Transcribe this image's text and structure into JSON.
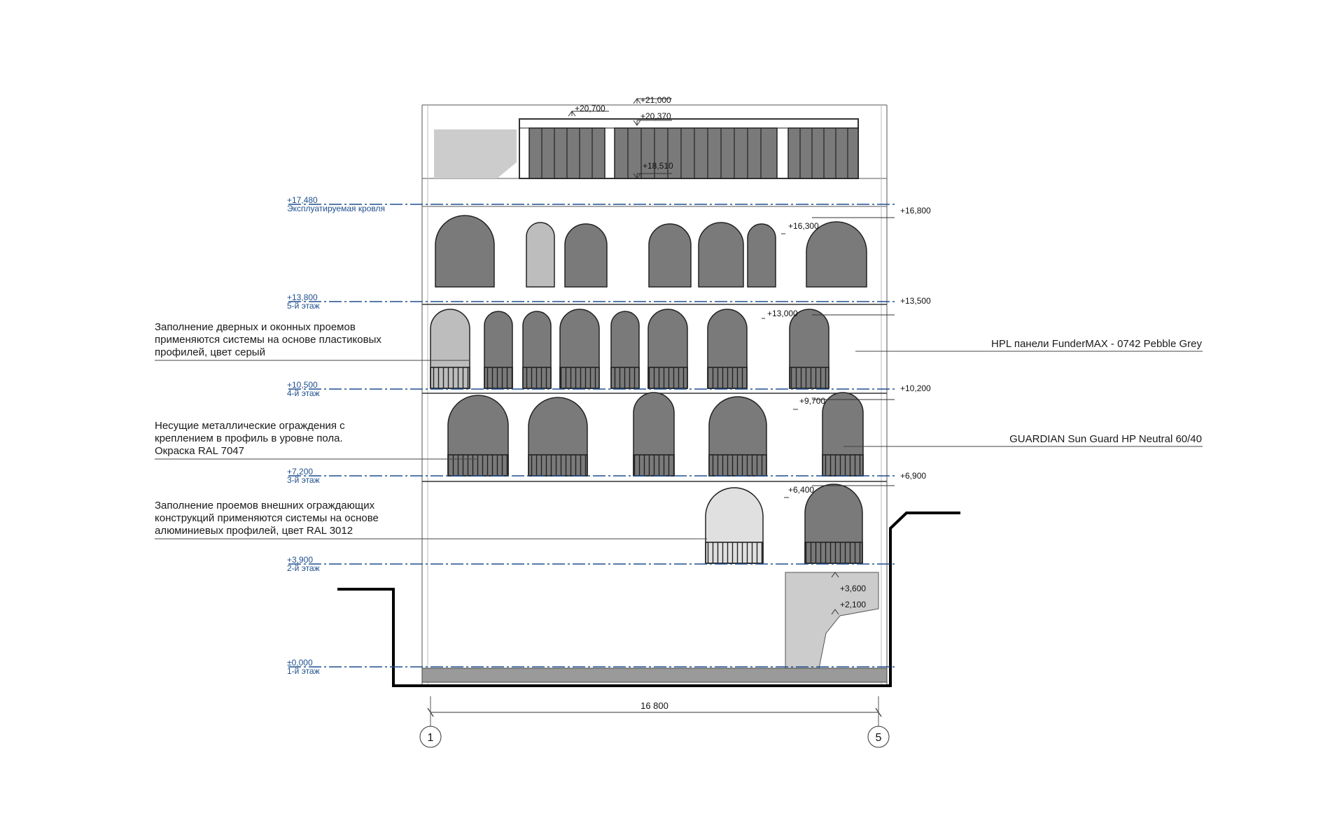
{
  "levels": [
    {
      "value": "+17,480",
      "name": "Эксплуатируемая кровля"
    },
    {
      "value": "+13,800",
      "name": "5-й этаж"
    },
    {
      "value": "+10,500",
      "name": "4-й этаж"
    },
    {
      "value": "+7,200",
      "name": "3-й этаж"
    },
    {
      "value": "+3,900",
      "name": "2-й этаж"
    },
    {
      "value": "±0,000",
      "name": "1-й этаж"
    }
  ],
  "marks": [
    "+21,000",
    "+20,700",
    "+20,370",
    "+18,510",
    "+16,800",
    "+16,300",
    "+13,500",
    "+13,000",
    "+10,200",
    "+9,700",
    "+6,900",
    "+6,400",
    "+3,600",
    "+2,100"
  ],
  "notes": [
    [
      "Заполнение дверных и оконных проемов",
      "применяются системы на основе пластиковых",
      "профилей, цвет серый"
    ],
    [
      "Несущие металлические ограждения с",
      "креплением в профиль в уровне пола.",
      "Окраска RAL 7047"
    ],
    [
      "Заполнение проемов внешних ограждающих",
      "конструкций применяются системы на основе",
      "алюминиевых профилей, цвет RAL 3012"
    ]
  ],
  "materials": [
    "HPL панели FunderMAX - 0742 Pebble Grey",
    "GUARDIAN Sun Guard HP Neutral 60/40"
  ],
  "axes": [
    "1",
    "5"
  ],
  "dimension": "16 800",
  "colors": {
    "level_line": "#1f4f8f",
    "glass": "#777777",
    "panel": "#bdbdbd",
    "ground": "#000000"
  }
}
